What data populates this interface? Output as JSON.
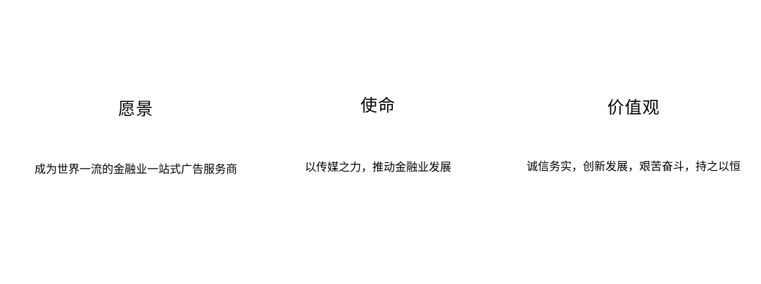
{
  "sections": [
    {
      "key": "vision",
      "title": "愿景",
      "text": "成为世界一流的金融业一站式广告服务商"
    },
    {
      "key": "mission",
      "title": "使命",
      "text": "以传媒之力，推动金融业发展"
    },
    {
      "key": "values",
      "title": "价值观",
      "text": "诚信务实，创新发展，艰苦奋斗，持之以恒"
    }
  ],
  "colors": {
    "background": "#ffffff",
    "text": "#000000"
  }
}
